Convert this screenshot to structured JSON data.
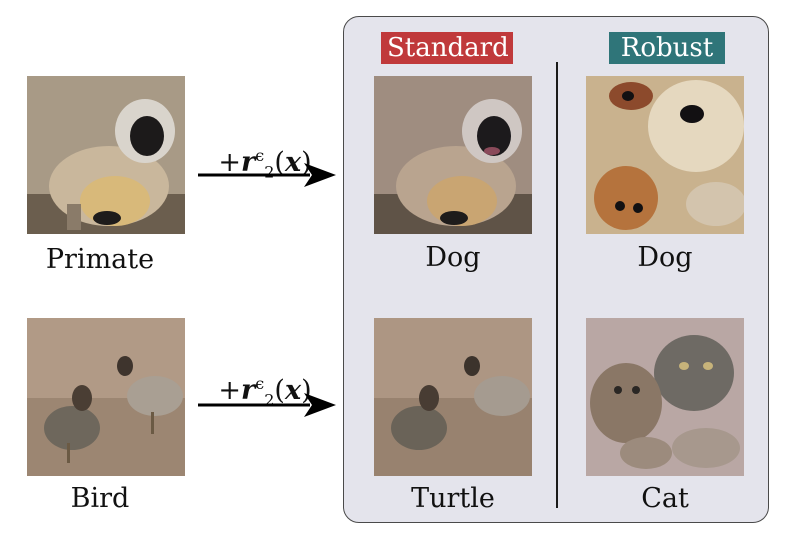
{
  "panel": {
    "standard_label": "Standard",
    "robust_label": "Robust",
    "standard_color": "#c0393b",
    "robust_color": "#2f7579"
  },
  "rows": [
    {
      "source_label": "Primate",
      "operator": {
        "plus": "+",
        "r": "r",
        "sup": "ϵ",
        "sub": "2",
        "x": "x"
      },
      "standard_pred": "Dog",
      "robust_pred": "Dog"
    },
    {
      "source_label": "Bird",
      "operator": {
        "plus": "+",
        "r": "r",
        "sup": "ϵ",
        "sub": "2",
        "x": "x"
      },
      "standard_pred": "Turtle",
      "robust_pred": "Cat"
    }
  ],
  "icons": {
    "arrow": "right-arrow-icon"
  }
}
